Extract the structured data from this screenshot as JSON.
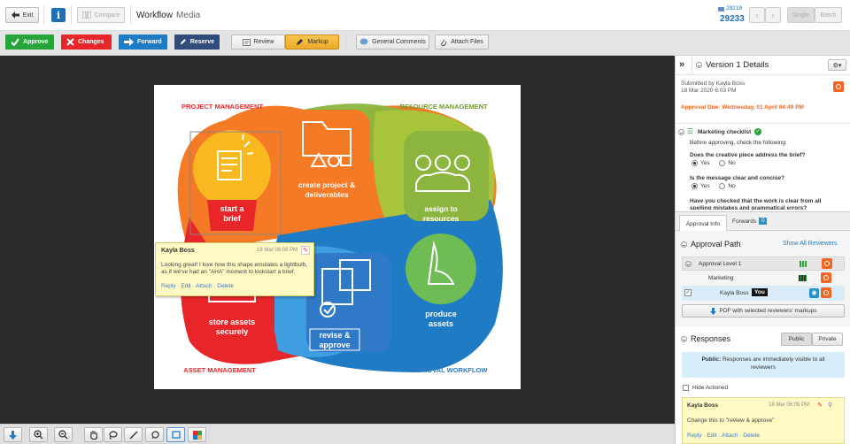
{
  "topbar": {
    "exit_label": "Exit",
    "compare_label": "Compare",
    "workflow_label": "Workflow",
    "media_label": "Media",
    "doc_number_top": "29219",
    "doc_number": "29233",
    "single_label": "Single",
    "batch_label": "Batch"
  },
  "actions": {
    "approve": "Approve",
    "changes": "Changes",
    "forward": "Forward",
    "reserve": "Reserve",
    "review": "Review",
    "markup": "Markup",
    "general_comments": "General Comments",
    "attach_files": "Attach Files"
  },
  "colors": {
    "approve": "#27a43a",
    "changes": "#e8262a",
    "forward": "#1f7cc4",
    "reserve": "#2f4c7a",
    "markup_active": "#f4b73b",
    "accent_orange": "#f26522",
    "link": "#3a7bd5"
  },
  "artwork": {
    "project_management": "PROJECT MANAGEMENT",
    "resource_management": "RESOURCE MANAGEMENT",
    "asset_management": "ASSET MANAGEMENT",
    "approval_workflow": "APPROVAL WORKFLOW",
    "start_brief_1": "start a",
    "start_brief_2": "brief",
    "create_1": "create project &",
    "create_2": "deliverables",
    "assign_1": "assign to",
    "assign_2": "resources",
    "store_1": "store assets",
    "store_2": "securely",
    "revise_1": "revise &",
    "revise_2": "approve",
    "produce_1": "produce",
    "produce_2": "assets"
  },
  "note": {
    "author": "Kayla Boss",
    "date": "18 Mar 06:08 PM",
    "text": "Looking great! I love how this shape emulates a lightbulb, as if we've had an \"AHA\" moment to kickstart a brief.",
    "reply": "Reply",
    "edit": "Edit",
    "attach": "Attach",
    "delete": "Delete"
  },
  "panel": {
    "version_title": "Version 1 Details",
    "submitted_by": "Submitted by Kayla Boss",
    "submitted_date": "18 Mar 2020 6:03 PM",
    "approval_due": "Approval Due: Wednesday, 01 April 04:49 PM",
    "checklist_title": "Marketing checklist",
    "checklist_intro": "Before approving, check the following:",
    "q1": "Does the creative piece address the brief?",
    "q2": "Is the message clear and concise?",
    "q3": "Have you checked that the work is clear from all spelling mistakes and grammatical errors?",
    "yes": "Yes",
    "no": "No",
    "tab_approval_info": "Approval Info",
    "tab_forwards": "Forwards",
    "forwards_count": "0",
    "approval_path": "Approval Path",
    "show_all": "Show All Reviewers",
    "approval_level": "Approval Level 1",
    "group": "Marketing",
    "reviewer": "Kayla Boss",
    "you_badge": "You",
    "pdf_button": "PDF with selected reviewers' markups",
    "responses": "Responses",
    "public": "Public",
    "private": "Private",
    "public_note_bold": "Public:",
    "public_note": "Responses are immediately visible to all reviewers",
    "hide_actioned": "Hide Actioned",
    "resp_author": "Kayla Boss",
    "resp_date": "18 Mar 06:05 PM",
    "resp_text": "Change this to \"review & approve\"",
    "resp_reply": "Reply",
    "resp_edit": "Edit",
    "resp_attach": "Attach",
    "resp_delete": "Delete"
  }
}
